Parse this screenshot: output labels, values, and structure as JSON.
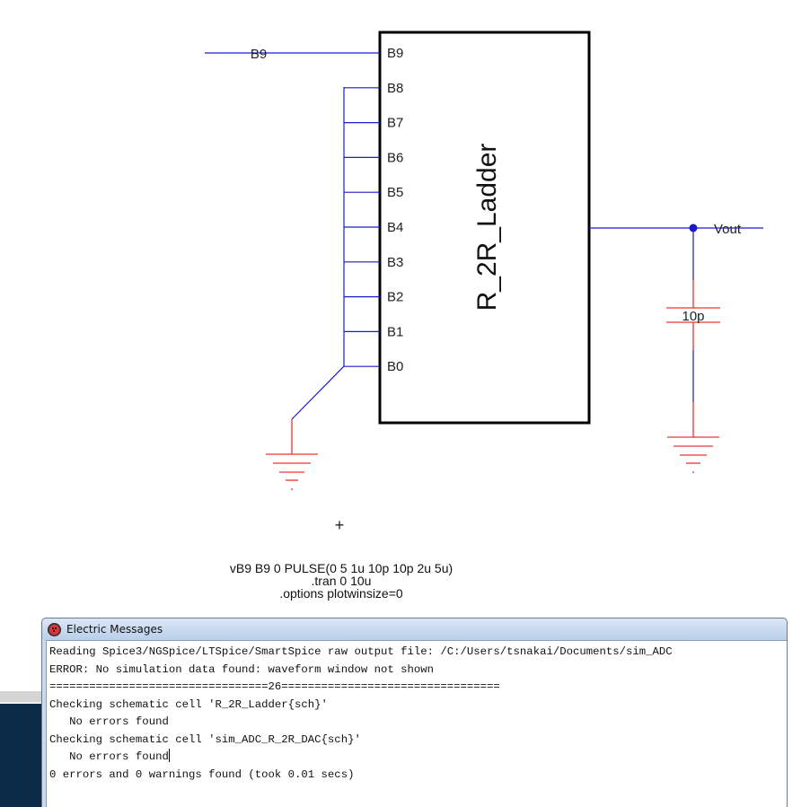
{
  "schematic": {
    "cell_name": "R_2R_Ladder",
    "pins": [
      "B9",
      "B8",
      "B7",
      "B6",
      "B5",
      "B4",
      "B3",
      "B2",
      "B1",
      "B0"
    ],
    "net_labels": {
      "input": "B9",
      "output": "Vout"
    },
    "capacitor_value": "10p",
    "cross_marker": "+",
    "colors": {
      "wire": "#1a1acc",
      "component": "#ee3333",
      "body": "#000000"
    }
  },
  "spice_commands": [
    "vB9 B9 0 PULSE(0 5 1u 10p 10p 2u 5u)",
    ".tran 0 10u",
    ".options plotwinsize=0"
  ],
  "messages_window": {
    "title": "Electric Messages",
    "icon": "electric-app-icon",
    "lines": [
      "Reading Spice3/NGSpice/LTSpice/SmartSpice raw output file: /C:/Users/tsnakai/Documents/sim_ADC",
      "ERROR: No simulation data found: waveform window not shown",
      "=================================26=================================",
      "Checking schematic cell 'R_2R_Ladder{sch}'",
      "   No errors found",
      "Checking schematic cell 'sim_ADC_R_2R_DAC{sch}'",
      "   No errors found",
      "0 errors and 0 warnings found (took 0.01 secs)"
    ]
  }
}
